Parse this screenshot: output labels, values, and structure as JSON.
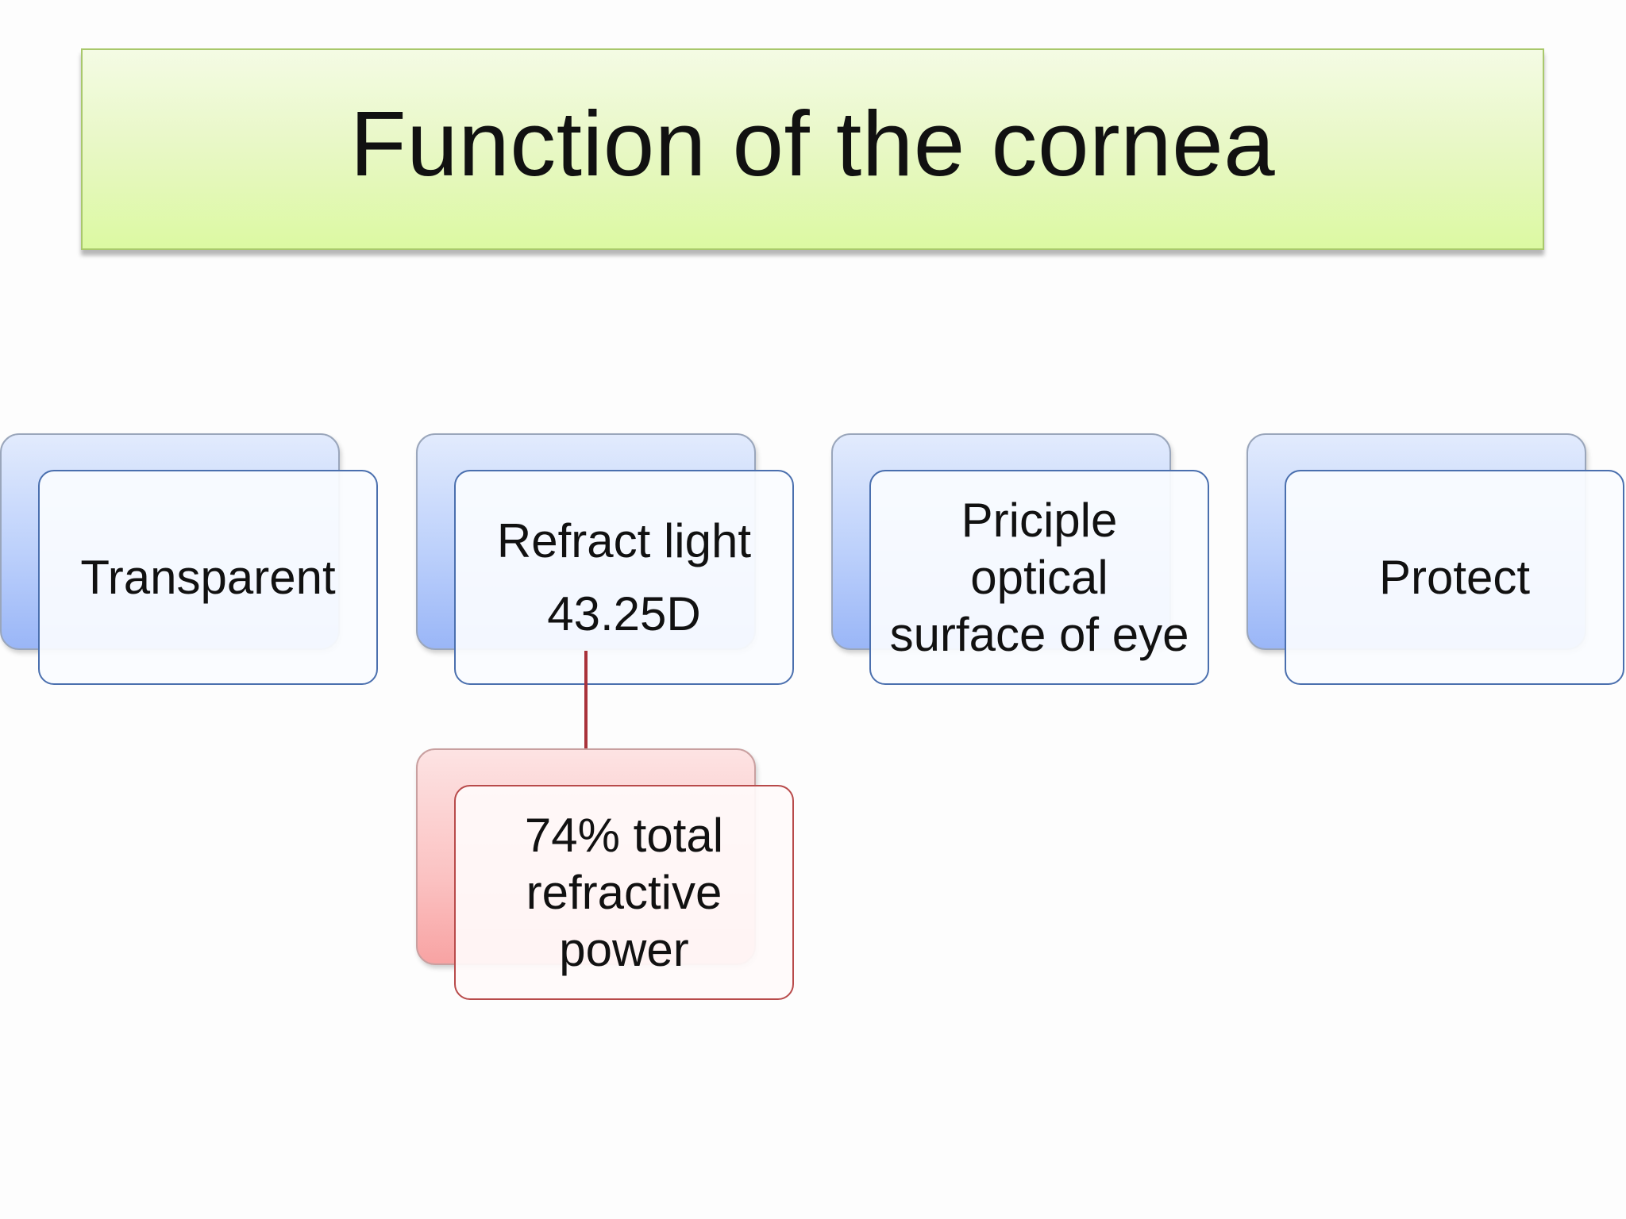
{
  "title": "Function of the cornea",
  "nodes": {
    "transparent": {
      "label": "Transparent"
    },
    "refract": {
      "line1": "Refract  light",
      "line2": "43.25D"
    },
    "optical": {
      "line1": "Priciple",
      "line2": "optical",
      "line3": "surface of eye"
    },
    "protect": {
      "label": "Protect"
    },
    "refractive_power": {
      "line1": "74%  total",
      "line2": "refractive",
      "line3": "power"
    }
  },
  "colors": {
    "title_fill": "#e9f8c8",
    "blue_node": "#bcd0fb",
    "pink_node": "#fbc2c2",
    "connector": "#a9323a"
  }
}
